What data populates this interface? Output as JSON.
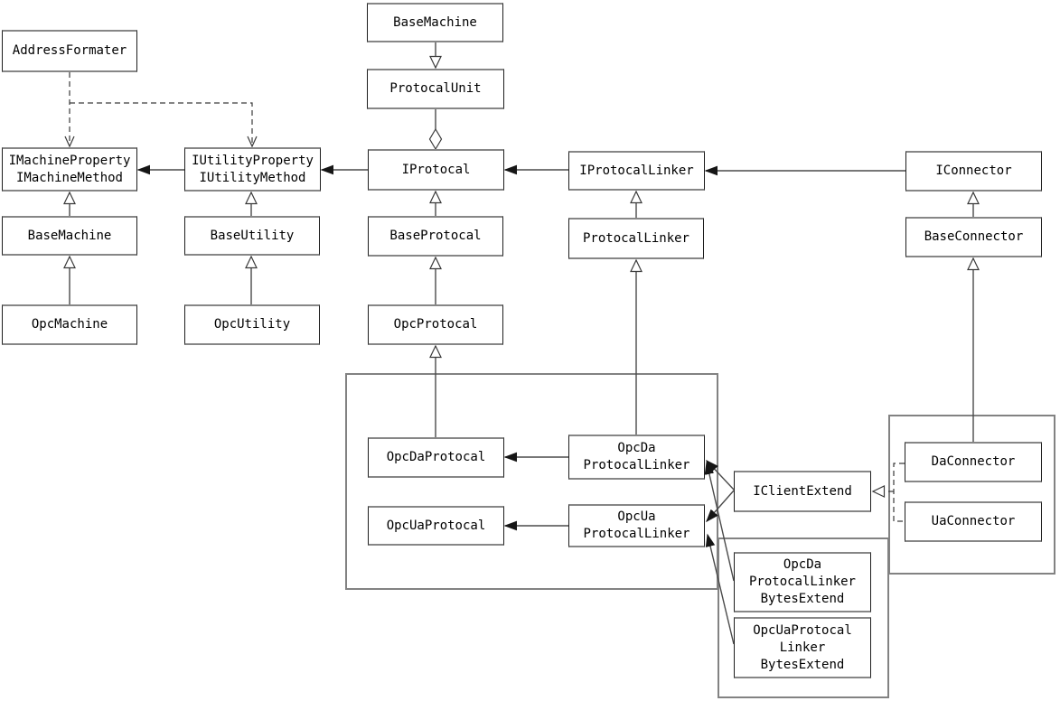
{
  "diagram": {
    "kind": "uml-class-diagram",
    "background_color": "#ffffff",
    "box_border_color": "#868686",
    "line_color": "#4a4a4a",
    "text_color": "#000000",
    "nodes": {
      "base_machine_top": {
        "label": "BaseMachine"
      },
      "protocal_unit": {
        "label": "ProtocalUnit"
      },
      "iprotocal": {
        "label": "IProtocal"
      },
      "address_formater": {
        "label": "AddressFormater"
      },
      "imachine": {
        "label": "IMachineProperty\nIMachineMethod"
      },
      "iutility": {
        "label": "IUtilityProperty\nIUtilityMethod"
      },
      "base_machine": {
        "label": "BaseMachine"
      },
      "base_utility": {
        "label": "BaseUtility"
      },
      "opc_machine": {
        "label": "OpcMachine"
      },
      "opc_utility": {
        "label": "OpcUtility"
      },
      "base_protocal": {
        "label": "BaseProtocal"
      },
      "opc_protocal": {
        "label": "OpcProtocal"
      },
      "iprotocal_linker": {
        "label": "IProtocalLinker"
      },
      "protocal_linker": {
        "label": "ProtocalLinker"
      },
      "iconnector": {
        "label": "IConnector"
      },
      "base_connector": {
        "label": "BaseConnector"
      },
      "opc_da_protocal": {
        "label": "OpcDaProtocal"
      },
      "opc_ua_protocal": {
        "label": "OpcUaProtocal"
      },
      "opc_da_protocal_linker": {
        "label": "OpcDa\nProtocalLinker"
      },
      "opc_ua_protocal_linker": {
        "label": "OpcUa\nProtocalLinker"
      },
      "iclient_extend": {
        "label": "IClientExtend"
      },
      "da_connector": {
        "label": "DaConnector"
      },
      "ua_connector": {
        "label": "UaConnector"
      },
      "opc_da_pl_bytes_extend": {
        "label": "OpcDa\nProtocalLinker\nBytesExtend"
      },
      "opc_ua_pl_bytes_extend": {
        "label": "OpcUaProtocal\nLinker\nBytesExtend"
      }
    },
    "relationships": {
      "inheritance_hollow_triangle": [
        "OpcMachine -> BaseMachine",
        "BaseMachine -> IMachineProperty/IMachineMethod",
        "OpcUtility -> BaseUtility",
        "BaseUtility -> IUtilityProperty/IUtilityMethod",
        "BaseProtocal -> IProtocal",
        "OpcProtocal -> BaseProtocal",
        "OpcDaProtocal -> OpcProtocal",
        "ProtocalLinker -> IProtocalLinker",
        "OpcDa ProtocalLinker -> ProtocalLinker",
        "BaseConnector -> IConnector",
        "DaConnector -> BaseConnector",
        "BaseMachine (top) -> ProtocalUnit"
      ],
      "aggregation_hollow_diamond": [
        "ProtocalUnit -> IProtocal"
      ],
      "association_filled_arrow": [
        "IUtilityProperty/IUtilityMethod -> IMachineProperty/IMachineMethod",
        "IProtocal -> IUtilityProperty/IUtilityMethod",
        "IProtocalLinker -> IProtocal",
        "IConnector -> IProtocalLinker",
        "OpcDa ProtocalLinker -> OpcDaProtocal",
        "OpcUa ProtocalLinker -> OpcUaProtocal",
        "IClientExtend -> OpcDa ProtocalLinker",
        "IClientExtend -> OpcUa ProtocalLinker",
        "OpcDa ProtocalLinker BytesExtend -> OpcDa ProtocalLinker",
        "OpcUaProtocal Linker BytesExtend -> OpcUa ProtocalLinker"
      ],
      "dependency_dashed_open_arrow": [
        "AddressFormater -> IMachineProperty/IMachineMethod",
        "AddressFormater -> IUtilityProperty/IUtilityMethod"
      ],
      "realization_dashed_hollow_triangle": [
        "DaConnector -> IClientExtend",
        "UaConnector -> IClientExtend"
      ]
    }
  }
}
